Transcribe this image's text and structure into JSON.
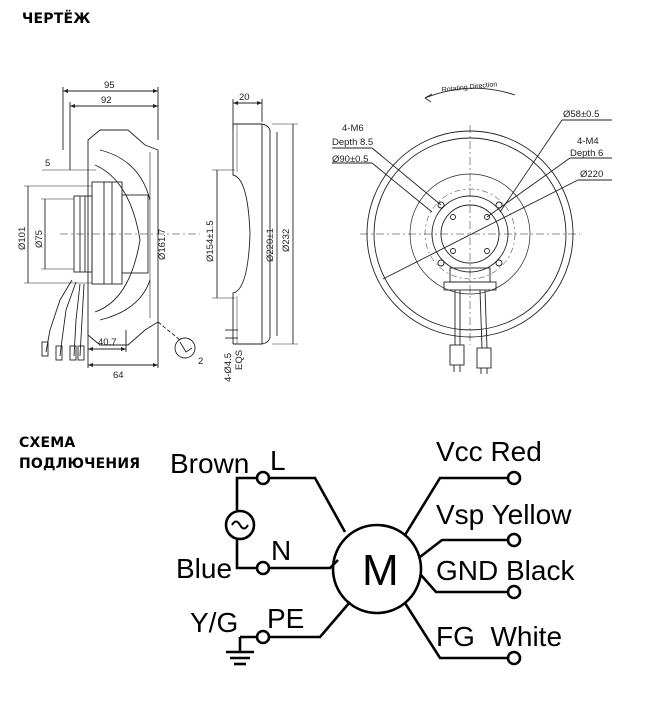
{
  "headers": {
    "drawing_title": "ЧЕРТЁЖ",
    "wiring_title_line1": "СХЕМА",
    "wiring_title_line2": "ПОДЛЮЧЕНИЯ"
  },
  "side_view": {
    "dim_95": "95",
    "dim_92": "92",
    "dim_5": "5",
    "dim_d101": "Ø101",
    "dim_d75": "Ø75",
    "dim_d161": "Ø161.7",
    "dim_40": "40.7",
    "dim_64": "64",
    "dim_2": "2"
  },
  "plate_view": {
    "dim_20": "20",
    "dim_d154": "Ø154±1.5",
    "dim_d220": "Ø220±1",
    "dim_d232": "Ø232",
    "dim_holes": "4-Ø4.5",
    "dim_eqs": "EQS"
  },
  "front_view": {
    "rotating_direction": "Rotating Direction",
    "m6_line1": "4-M6",
    "m6_line2": "Depth 8.5",
    "d90": "Ø90±0.5",
    "d58": "Ø58±0.5",
    "m4_line1": "4-M4",
    "m4_line2": "Depth 6",
    "d220": "Ø220"
  },
  "wiring": {
    "brown": "Brown",
    "l": "L",
    "blue": "Blue",
    "n": "N",
    "yg": "Y/G",
    "pe": "PE",
    "motor": "M",
    "vcc_red": "Vcc Red",
    "vsp_yellow": "Vsp Yellow",
    "gnd_black": "GND Black",
    "fg_white": "FG  White"
  }
}
